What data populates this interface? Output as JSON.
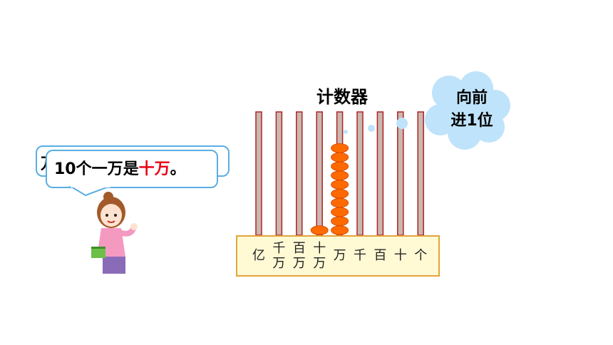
{
  "title": "计数器",
  "cloud": {
    "line1": "向前",
    "line2": "进1位"
  },
  "bubble": {
    "back_char": "万",
    "prefix": "10个一万是",
    "highlight": "十万",
    "suffix": "。"
  },
  "abacus": {
    "places": [
      {
        "lines": [
          "亿"
        ]
      },
      {
        "lines": [
          "千",
          "万"
        ]
      },
      {
        "lines": [
          "百",
          "万"
        ]
      },
      {
        "lines": [
          "十",
          "万"
        ]
      },
      {
        "lines": [
          "万"
        ]
      },
      {
        "lines": [
          "千"
        ]
      },
      {
        "lines": [
          "百"
        ]
      },
      {
        "lines": [
          "十"
        ]
      },
      {
        "lines": [
          "个"
        ]
      }
    ],
    "bead_counts": [
      0,
      0,
      0,
      1,
      10,
      0,
      0,
      0,
      0
    ],
    "colors": {
      "bead": "#ff6a00",
      "bead_edge": "#d94e00",
      "rod": "#c8b8b0",
      "rod_edge": "#b22222",
      "cloud": "#bfe3fa"
    }
  }
}
